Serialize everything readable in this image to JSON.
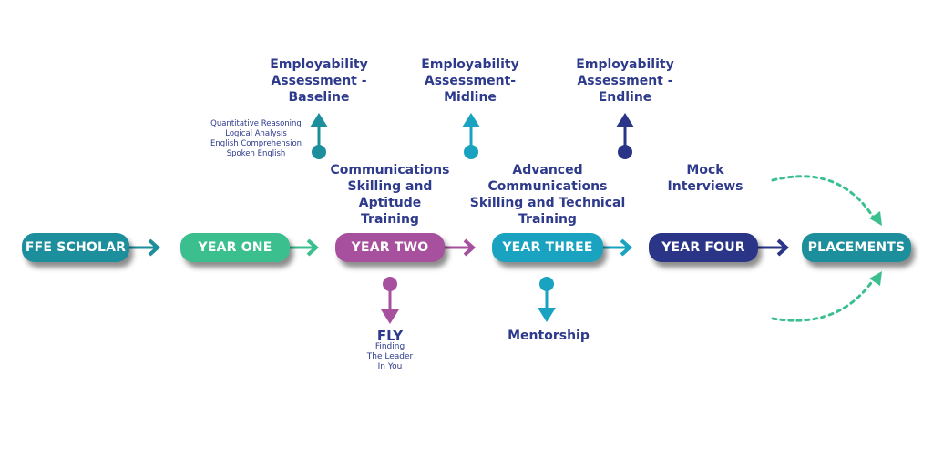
{
  "stages": [
    {
      "label": "FFE SCHOLAR",
      "color": "#1c8e9c"
    },
    {
      "label": "YEAR ONE",
      "color": "#3cbf8f"
    },
    {
      "label": "YEAR TWO",
      "color": "#a7509e"
    },
    {
      "label": "YEAR THREE",
      "color": "#1aa3c0"
    },
    {
      "label": "YEAR FOUR",
      "color": "#2a3588"
    },
    {
      "label": "PLACEMENTS",
      "color": "#1c8e9c"
    }
  ],
  "above": {
    "baseline": {
      "title": "Employability\nAssessment -\nBaseline",
      "items": [
        "Quantitative Reasoning",
        "Logical Analysis",
        "English Comprehension",
        "Spoken English"
      ]
    },
    "midline": {
      "title": "Employability\nAssessment-\nMidline"
    },
    "endline": {
      "title": "Employability\nAssessment -\nEndline"
    },
    "year_two_training": "Communications\nSkilling and\nAptitude\nTraining",
    "year_three_training": "Advanced\nCommunications\nSkilling and Technical\nTraining",
    "year_four_activity": "Mock\nInterviews"
  },
  "below": {
    "fly": {
      "title": "FLY",
      "subtitle": "Finding\nThe Leader\nIn You"
    },
    "mentorship": "Mentorship"
  },
  "colors": {
    "text": "#2e3a8c",
    "dotted": "#3cbf8f"
  }
}
